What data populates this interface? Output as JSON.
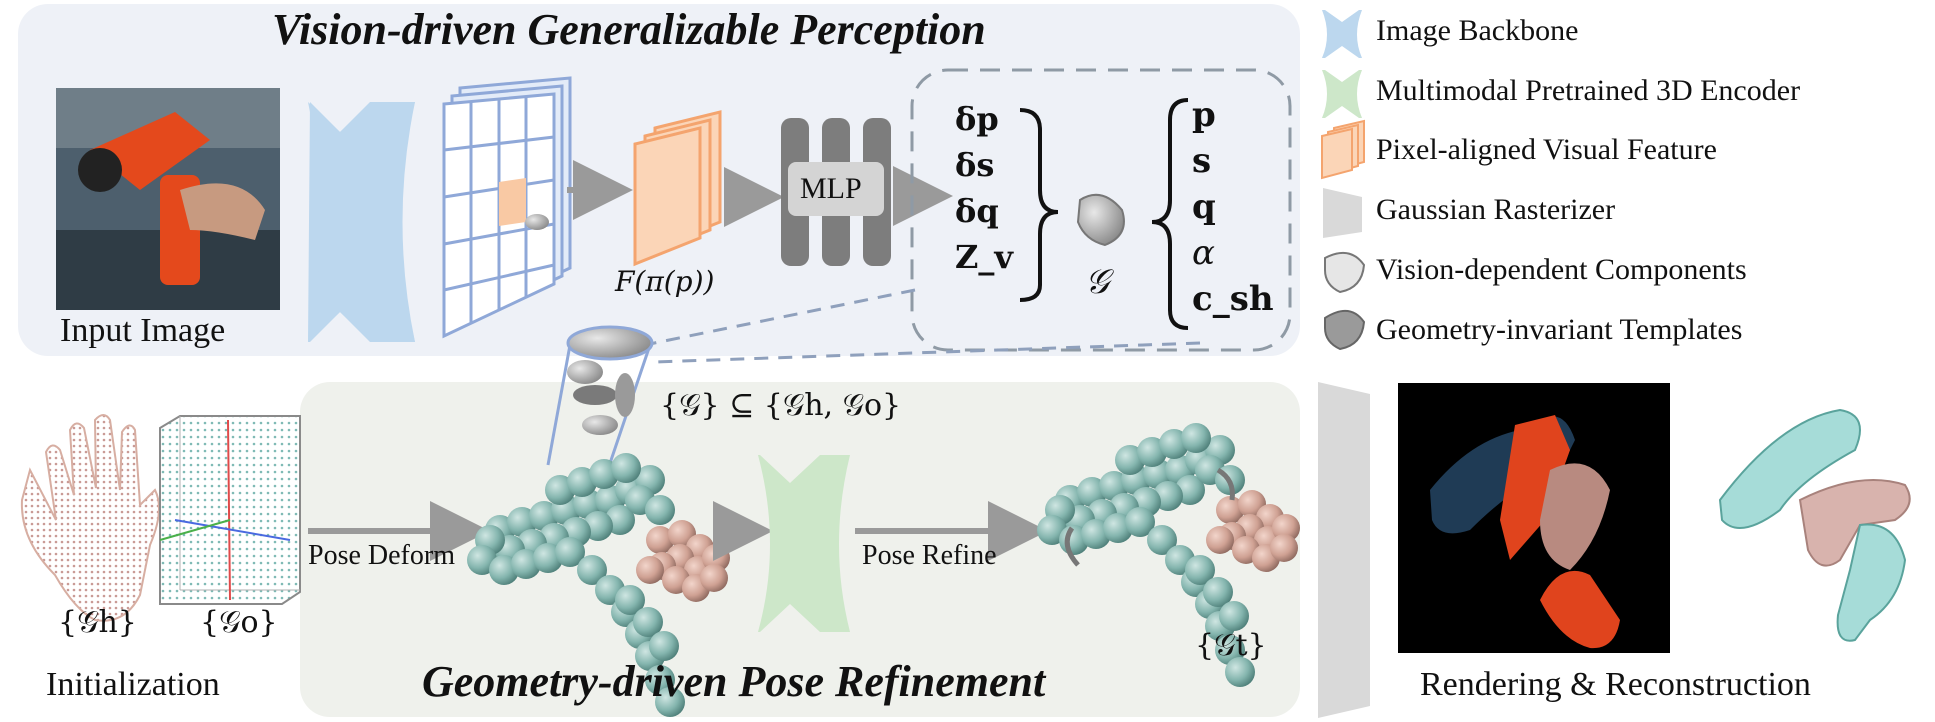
{
  "top_panel": {
    "title": "Vision-driven Generalizable Perception",
    "input_label": "Input Image",
    "feature_label": "F(π(p))",
    "mlp_label": "MLP",
    "offsets": [
      "δp",
      "δs",
      "δq",
      "Z_v"
    ],
    "gaussian_symbol": "𝒢",
    "params": [
      "p",
      "s",
      "q",
      "α",
      "c_sh"
    ]
  },
  "bottom_panel": {
    "title": "Geometry-driven Pose Refinement",
    "subset_label": "{𝒢} ⊆ {𝒢h, 𝒢o}",
    "pose_deform": "Pose Deform",
    "pose_refine": "Pose Refine",
    "gt_label": "{𝒢t}"
  },
  "initialization": {
    "label": "Initialization",
    "hand_label": "{𝒢h}",
    "object_label": "{𝒢o}"
  },
  "output": {
    "label": "Rendering & Reconstruction"
  },
  "legend": [
    {
      "label": "Image Backbone",
      "color": "#bcd7ee",
      "icon": "backbone-icon"
    },
    {
      "label": "Multimodal Pretrained 3D Encoder",
      "color": "#cde7c9",
      "icon": "encoder-icon"
    },
    {
      "label": "Pixel-aligned Visual Feature",
      "color": "#f9c9a4",
      "icon": "feature-stack-icon"
    },
    {
      "label": "Gaussian Rasterizer",
      "color": "#d9d9d9",
      "icon": "rasterizer-icon"
    },
    {
      "label": "Vision-dependent Components",
      "color": "#e6e6e6",
      "icon": "light-gaussian-icon"
    },
    {
      "label": "Geometry-invariant Templates",
      "color": "#9a9a9a",
      "icon": "dark-gaussian-icon"
    }
  ],
  "colors": {
    "backbone": "#bcd7ee",
    "encoder": "#cde7c9",
    "feature": "#f9c9a4",
    "grid_line": "#8fa8d8",
    "sphere_teal": "#8fbcb7",
    "sphere_pink": "#d7aea2",
    "arrow": "#9a9a9a"
  }
}
